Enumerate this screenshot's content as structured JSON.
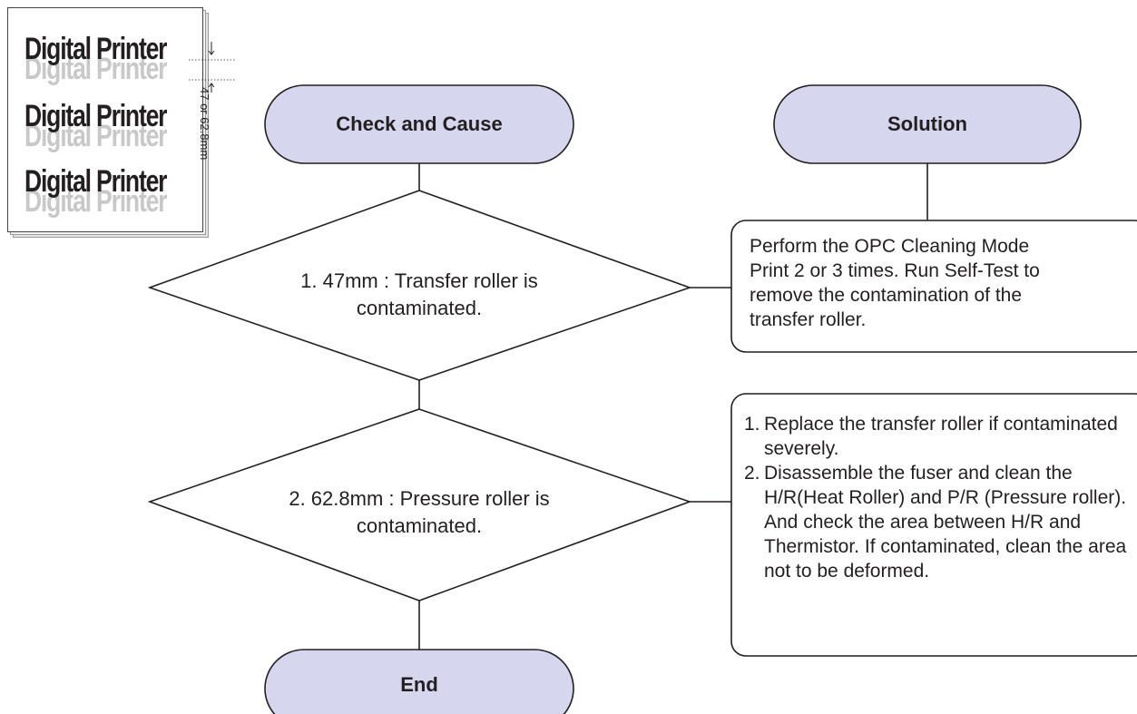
{
  "sample_print": {
    "line_text": "Digital Printer",
    "dimension_label": "47 or 62.8mm"
  },
  "flowchart": {
    "check_header": "Check and Cause",
    "solution_header": "Solution",
    "end_label": "End",
    "decision1": {
      "line1": "1. 47mm : Transfer roller is",
      "line2": "contaminated."
    },
    "decision2": {
      "line1": "2. 62.8mm : Pressure roller is",
      "line2": "contaminated."
    },
    "solution1": {
      "lines": [
        "Perform the OPC Cleaning Mode",
        "Print 2 or 3 times. Run Self-Test to",
        "remove the contamination of the",
        "transfer roller."
      ]
    },
    "solution2": {
      "items": [
        {
          "num": "1.",
          "text": "Replace the transfer roller if contaminated severely."
        },
        {
          "num": "2.",
          "text": "Disassemble the fuser and clean the H/R(Heat Roller) and P/R (Pressure roller). And check the area between H/R and Thermistor. If contaminated, clean the area not to be deformed."
        }
      ]
    }
  },
  "colors": {
    "terminal_fill": "#d6d6ee",
    "line": "#231f20",
    "text": "#231f20"
  }
}
